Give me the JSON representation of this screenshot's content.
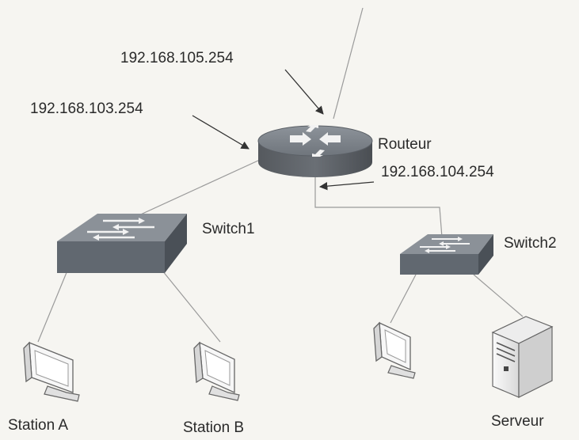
{
  "diagram": {
    "router": {
      "label": "Routeur"
    },
    "interfaces": {
      "wan": "192.168.105.254",
      "lan_switch1": "192.168.103.254",
      "lan_switch2": "192.168.104.254"
    },
    "switch1": {
      "label": "Switch1"
    },
    "switch2": {
      "label": "Switch2"
    },
    "station_a": {
      "label": "Station A"
    },
    "station_b": {
      "label": "Station B"
    },
    "server": {
      "label": "Serveur"
    },
    "colors": {
      "device_gray": "#6b7178",
      "device_dark": "#4a4f55",
      "link": "#9a9a9a",
      "arrow": "#333333"
    }
  }
}
